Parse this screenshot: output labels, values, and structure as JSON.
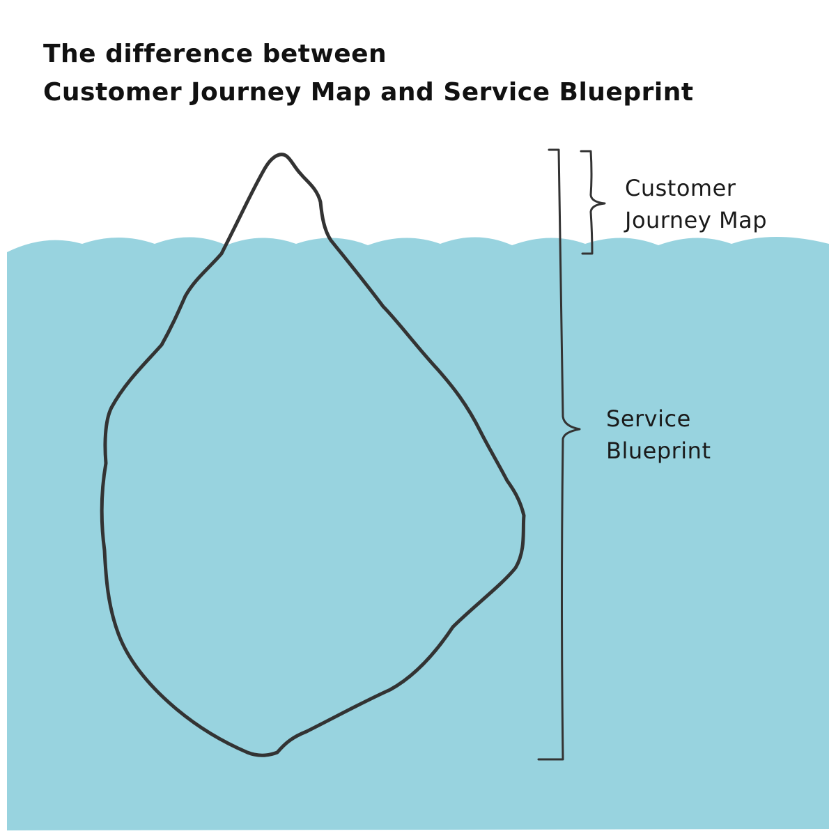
{
  "title": {
    "line1": "The difference between",
    "line2": "Customer Journey Map and Service Blueprint"
  },
  "labels": {
    "customer_journey_map": {
      "line1": "Customer",
      "line2": "Journey Map"
    },
    "service_blueprint": {
      "line1": "Service",
      "line2": "Blueprint"
    }
  },
  "colors": {
    "water": "#98d3df",
    "outline": "#333333",
    "background": "#ffffff",
    "text": "#111111"
  },
  "icons": {
    "iceberg": "iceberg-outline-icon",
    "water": "water-waves",
    "bracket_small": "curly-bracket-icon",
    "bracket_large": "curly-bracket-icon"
  }
}
